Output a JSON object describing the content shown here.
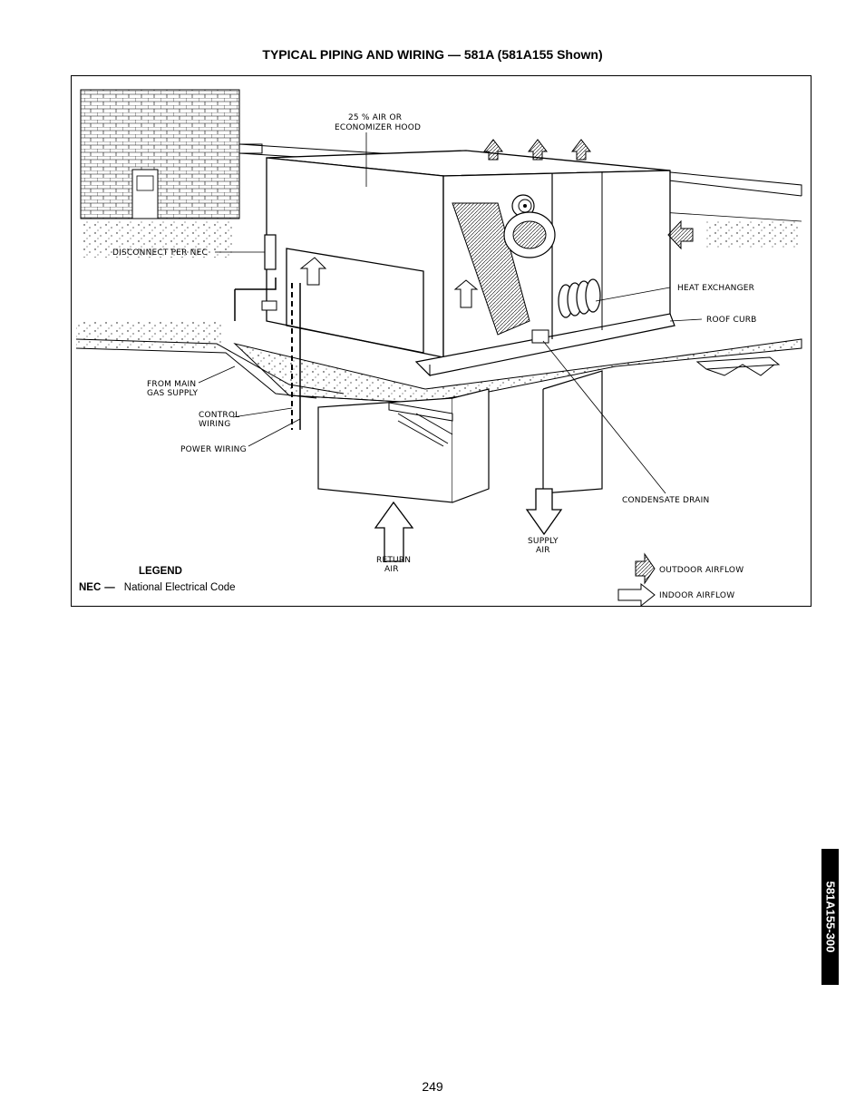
{
  "header": {
    "title": "TYPICAL PIPING AND WIRING — 581A (581A155 Shown)"
  },
  "figure": {
    "labels": {
      "hood_line1": "25 % AIR OR",
      "hood_line2": "ECONOMIZER HOOD",
      "disconnect": "DISCONNECT PER NEC",
      "heat_exchanger": "HEAT EXCHANGER",
      "roof_curb": "ROOF CURB",
      "gas_line1": "FROM MAIN",
      "gas_line2": "GAS SUPPLY",
      "control_line1": "CONTROL",
      "control_line2": "WIRING",
      "power_wiring": "POWER WIRING",
      "condensate_drain": "CONDENSATE DRAIN",
      "supply_line1": "SUPPLY",
      "supply_line2": "AIR",
      "return_line1": "RETURN",
      "return_line2": "AIR",
      "outdoor_airflow": "OUTDOOR AIRFLOW",
      "indoor_airflow": "INDOOR AIRFLOW"
    }
  },
  "legend": {
    "title": "LEGEND",
    "entries": [
      {
        "abbr": "NEC",
        "dash": "—",
        "definition": "National Electrical Code"
      }
    ]
  },
  "side_tab": {
    "text": "581A155-300"
  },
  "footer": {
    "page_number": "249"
  }
}
